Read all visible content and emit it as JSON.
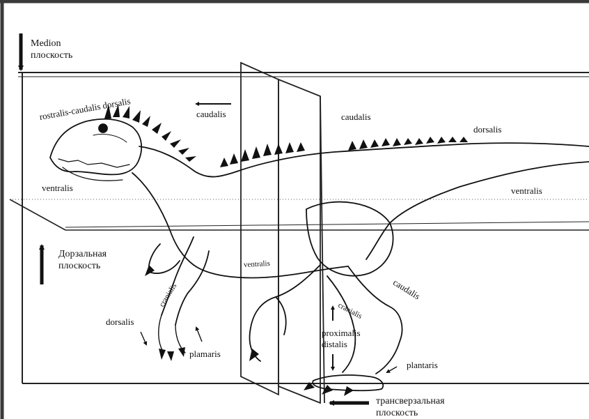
{
  "planes": {
    "median": {
      "line1": "Medion",
      "line2": "плоскость"
    },
    "dorsal": {
      "line1": "Дорзальная",
      "line2": "плоскость"
    },
    "transverse": {
      "line1": "трансверзальная",
      "line2": "плоскость"
    }
  },
  "labels": {
    "rostralis_caudalis_dorsalis": "rostralis-caudalis dorsalis",
    "caudalis_arrow": "caudalis",
    "caudalis_top": "caudalis",
    "dorsalis_tail": "dorsalis",
    "ventralis_head": "ventralis",
    "ventralis_tail": "ventralis",
    "ventralis_body": "ventralis",
    "cranialis_arm": "cranialis",
    "dorsalis_hand": "dorsalis",
    "plamaris": "plamaris",
    "caudalis_leg": "caudalis",
    "cranialis_leg": "cranialis",
    "proximalis": "proximalis",
    "distalis": "distalis",
    "plantaris": "plantaris"
  },
  "colors": {
    "ink": "#111111",
    "frame": "#3a3a3a",
    "background": "#ffffff"
  }
}
